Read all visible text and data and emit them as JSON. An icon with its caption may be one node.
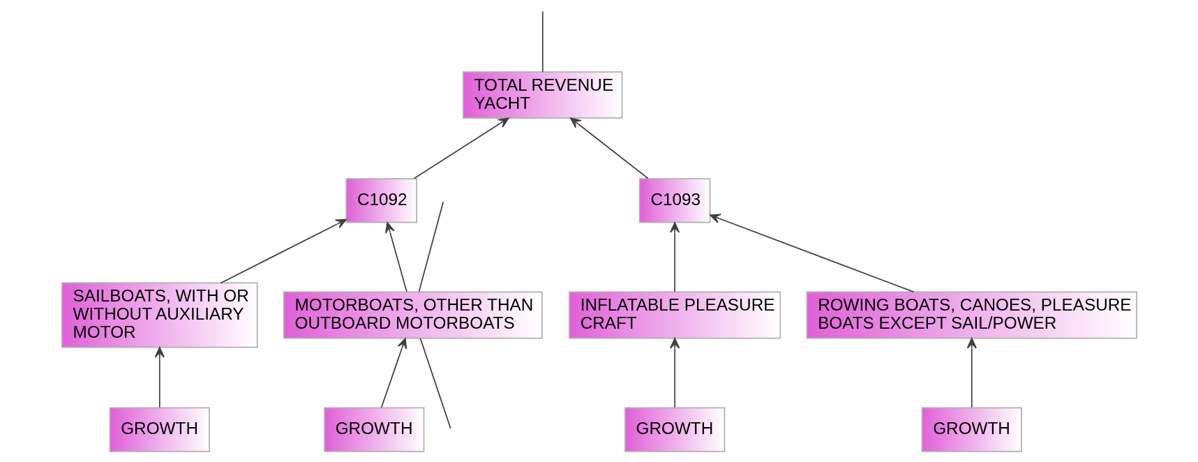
{
  "diagram": {
    "nodes": [
      {
        "text": [
          "TOTAL REVENUE YACHT"
        ]
      },
      {
        "text": [
          "C1092"
        ]
      },
      {
        "text": [
          "C1093"
        ]
      },
      {
        "text": [
          "SAILBOATS, WITH OR WITHOUT AUXILIARY MOTOR"
        ]
      },
      {
        "text": [
          "MOTORBOATS, OTHER THAN OUTBOARD MOTORBOATS"
        ]
      },
      {
        "text": [
          "INFLATABLE PLEASURE CRAFT"
        ]
      },
      {
        "text": [
          "ROWING BOATS, CANOES, PLEASURE BOATS EXCEPT SAIL/POWER"
        ]
      },
      {
        "text": [
          "GROWTH"
        ]
      },
      {
        "text": [
          "GROWTH"
        ]
      },
      {
        "text": [
          "GROWTH"
        ]
      },
      {
        "text": [
          "GROWTH"
        ]
      }
    ],
    "edges": [
      {
        "from": 1,
        "to": 0,
        "arrow": "to"
      },
      {
        "from": 2,
        "to": 0,
        "arrow": "to"
      },
      {
        "from": 3,
        "to": 1,
        "arrow": "to"
      },
      {
        "from": 4,
        "to": 1,
        "arrow": "to"
      },
      {
        "from": 5,
        "to": 2,
        "arrow": "to"
      },
      {
        "from": 6,
        "to": 2,
        "arrow": "to"
      },
      {
        "from": 7,
        "to": 3,
        "arrow": "to"
      },
      {
        "from": 8,
        "to": 4,
        "arrow": "to"
      },
      {
        "from": 9,
        "to": 5,
        "arrow": "to"
      },
      {
        "from": 10,
        "to": 6,
        "arrow": "to"
      },
      {
        "from": null,
        "to": 4,
        "arrow": "none"
      },
      {
        "from": 4,
        "to": null,
        "arrow": "none"
      },
      {
        "from": 0,
        "to": null,
        "arrow": "none"
      }
    ]
  }
}
